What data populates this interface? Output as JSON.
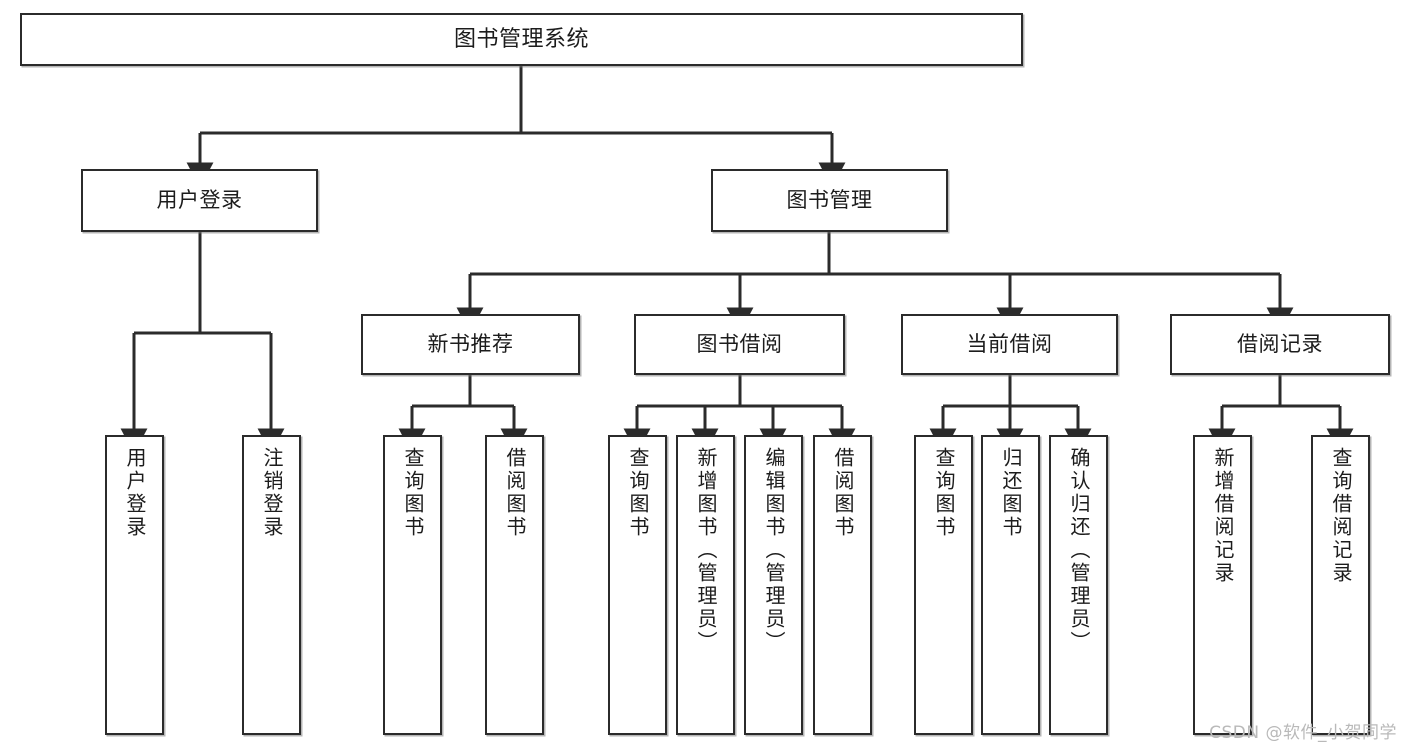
{
  "diagram": {
    "title": "图书管理系统",
    "type": "tree-hierarchy",
    "root": {
      "label": "图书管理系统"
    },
    "level2": [
      {
        "label": "用户登录"
      },
      {
        "label": "图书管理"
      }
    ],
    "level3": [
      {
        "label": "新书推荐"
      },
      {
        "label": "图书借阅"
      },
      {
        "label": "当前借阅"
      },
      {
        "label": "借阅记录"
      }
    ],
    "leaves": {
      "user_login": [
        {
          "label": "用户登录"
        },
        {
          "label": "注销登录"
        }
      ],
      "new_book_recommend": [
        {
          "label": "查询图书"
        },
        {
          "label": "借阅图书"
        }
      ],
      "book_borrow": [
        {
          "label": "查询图书"
        },
        {
          "label": "新增图书（管理员）"
        },
        {
          "label": "编辑图书（管理员）"
        },
        {
          "label": "借阅图书"
        }
      ],
      "current_borrow": [
        {
          "label": "查询图书"
        },
        {
          "label": "归还图书"
        },
        {
          "label": "确认归还（管理员）"
        }
      ],
      "borrow_record": [
        {
          "label": "新增借阅记录"
        },
        {
          "label": "查询借阅记录"
        }
      ]
    }
  },
  "watermark": {
    "text": "CSDN @软件_小贺同学"
  },
  "colors": {
    "box_border": "#2b2b2b",
    "box_fill": "#ffffff",
    "connector": "#2b2b2b",
    "text": "#1c1c1c",
    "watermark": "#b9b9b9",
    "background": "#ffffff"
  }
}
